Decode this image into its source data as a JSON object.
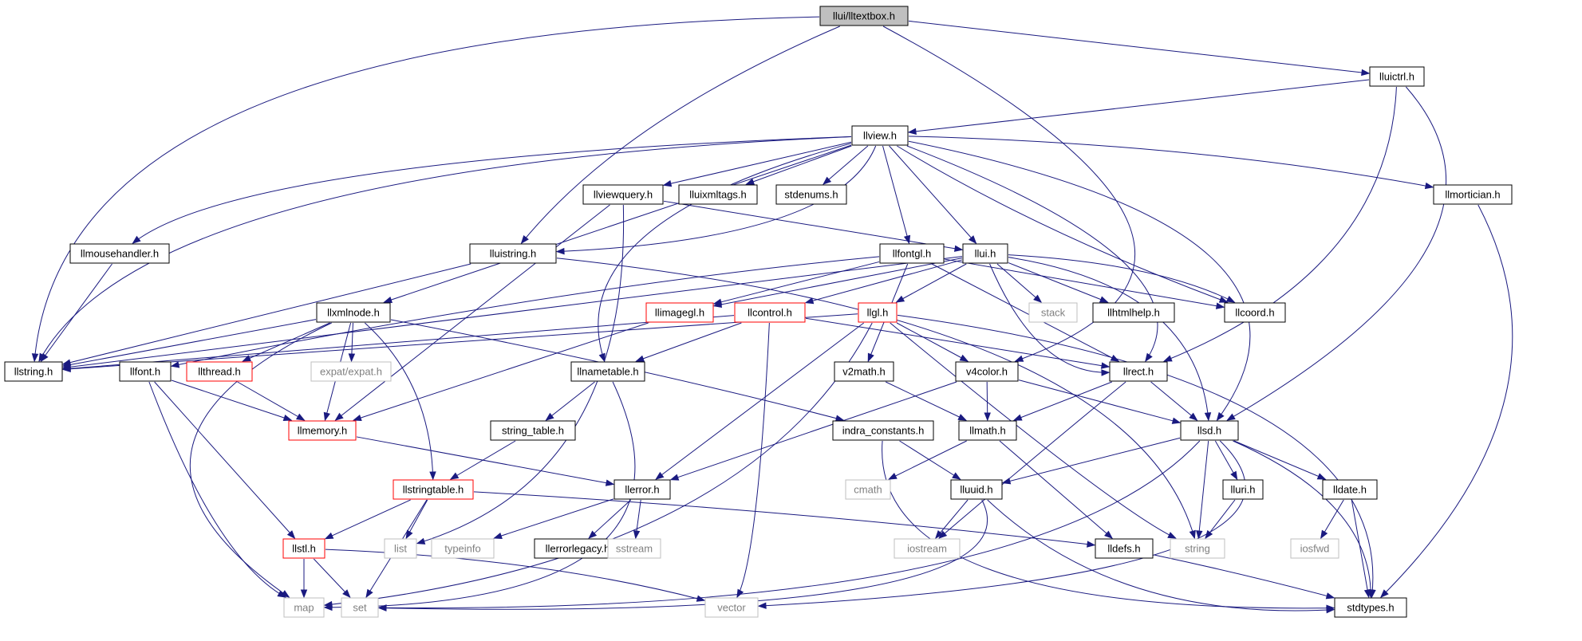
{
  "diagram": {
    "nodes": [
      {
        "id": "lltextbox",
        "label": "llui/lltextbox.h",
        "style": "root"
      },
      {
        "id": "lluictrl",
        "label": "lluictrl.h",
        "style": "normal"
      },
      {
        "id": "llview",
        "label": "llview.h",
        "style": "normal"
      },
      {
        "id": "llviewquery",
        "label": "llviewquery.h",
        "style": "normal"
      },
      {
        "id": "lluixmltags",
        "label": "lluixmltags.h",
        "style": "normal"
      },
      {
        "id": "stdenums",
        "label": "stdenums.h",
        "style": "normal"
      },
      {
        "id": "llmortician",
        "label": "llmortician.h",
        "style": "normal"
      },
      {
        "id": "llmousehandler",
        "label": "llmousehandler.h",
        "style": "normal"
      },
      {
        "id": "lluistring",
        "label": "lluistring.h",
        "style": "normal"
      },
      {
        "id": "llfontgl",
        "label": "llfontgl.h",
        "style": "normal"
      },
      {
        "id": "llui",
        "label": "llui.h",
        "style": "normal"
      },
      {
        "id": "llimagegl",
        "label": "llimagegl.h",
        "style": "red"
      },
      {
        "id": "llcontrol",
        "label": "llcontrol.h",
        "style": "red"
      },
      {
        "id": "llgl",
        "label": "llgl.h",
        "style": "red"
      },
      {
        "id": "stack",
        "label": "stack",
        "style": "light"
      },
      {
        "id": "llhtmlhelp",
        "label": "llhtmlhelp.h",
        "style": "normal"
      },
      {
        "id": "llcoord",
        "label": "llcoord.h",
        "style": "normal"
      },
      {
        "id": "llxmlnode",
        "label": "llxmlnode.h",
        "style": "normal"
      },
      {
        "id": "llstring",
        "label": "llstring.h",
        "style": "normal"
      },
      {
        "id": "llfont",
        "label": "llfont.h",
        "style": "normal"
      },
      {
        "id": "llthread",
        "label": "llthread.h",
        "style": "red"
      },
      {
        "id": "expat",
        "label": "expat/expat.h",
        "style": "light"
      },
      {
        "id": "llnametable",
        "label": "llnametable.h",
        "style": "normal"
      },
      {
        "id": "v2math",
        "label": "v2math.h",
        "style": "normal"
      },
      {
        "id": "v4color",
        "label": "v4color.h",
        "style": "normal"
      },
      {
        "id": "llrect",
        "label": "llrect.h",
        "style": "normal"
      },
      {
        "id": "llmemory",
        "label": "llmemory.h",
        "style": "red"
      },
      {
        "id": "string_table",
        "label": "string_table.h",
        "style": "normal"
      },
      {
        "id": "indra_constants",
        "label": "indra_constants.h",
        "style": "normal"
      },
      {
        "id": "llmath",
        "label": "llmath.h",
        "style": "normal"
      },
      {
        "id": "llsd",
        "label": "llsd.h",
        "style": "normal"
      },
      {
        "id": "llstringtable",
        "label": "llstringtable.h",
        "style": "red"
      },
      {
        "id": "llerror",
        "label": "llerror.h",
        "style": "normal"
      },
      {
        "id": "cmath",
        "label": "cmath",
        "style": "light"
      },
      {
        "id": "lluuid",
        "label": "lluuid.h",
        "style": "normal"
      },
      {
        "id": "lluri",
        "label": "lluri.h",
        "style": "normal"
      },
      {
        "id": "lldate",
        "label": "lldate.h",
        "style": "normal"
      },
      {
        "id": "llstl",
        "label": "llstl.h",
        "style": "red"
      },
      {
        "id": "list",
        "label": "list",
        "style": "light"
      },
      {
        "id": "typeinfo",
        "label": "typeinfo",
        "style": "light"
      },
      {
        "id": "llerrorlegacy",
        "label": "llerrorlegacy.h",
        "style": "normal"
      },
      {
        "id": "sstream",
        "label": "sstream",
        "style": "light"
      },
      {
        "id": "iostream",
        "label": "iostream",
        "style": "light"
      },
      {
        "id": "lldefs",
        "label": "lldefs.h",
        "style": "normal"
      },
      {
        "id": "string",
        "label": "string",
        "style": "light"
      },
      {
        "id": "iosfwd",
        "label": "iosfwd",
        "style": "light"
      },
      {
        "id": "map",
        "label": "map",
        "style": "light"
      },
      {
        "id": "set",
        "label": "set",
        "style": "light"
      },
      {
        "id": "vector",
        "label": "vector",
        "style": "light"
      },
      {
        "id": "stdtypes",
        "label": "stdtypes.h",
        "style": "normal"
      }
    ],
    "edges": [
      [
        "lltextbox",
        "llstring"
      ],
      [
        "lltextbox",
        "lluistring"
      ],
      [
        "lltextbox",
        "lluictrl"
      ],
      [
        "lltextbox",
        "v4color"
      ],
      [
        "lluictrl",
        "llview"
      ],
      [
        "lluictrl",
        "llrect"
      ],
      [
        "lluictrl",
        "llsd"
      ],
      [
        "llview",
        "llmousehandler"
      ],
      [
        "llview",
        "llstring"
      ],
      [
        "llview",
        "llviewquery"
      ],
      [
        "llview",
        "lluixmltags"
      ],
      [
        "llview",
        "stdenums"
      ],
      [
        "llview",
        "llmortician"
      ],
      [
        "llview",
        "lluistring"
      ],
      [
        "llview",
        "llfontgl"
      ],
      [
        "llview",
        "llui"
      ],
      [
        "llview",
        "llxmlnode"
      ],
      [
        "llview",
        "llnametable"
      ],
      [
        "llview",
        "llcoord"
      ],
      [
        "llview",
        "llrect"
      ],
      [
        "llview",
        "llsd"
      ],
      [
        "llviewquery",
        "llui"
      ],
      [
        "llviewquery",
        "llmemory"
      ],
      [
        "llviewquery",
        "list"
      ],
      [
        "llmortician",
        "stdtypes"
      ],
      [
        "llmousehandler",
        "llstring"
      ],
      [
        "lluistring",
        "llstring"
      ],
      [
        "lluistring",
        "string"
      ],
      [
        "llfontgl",
        "llfont"
      ],
      [
        "llfontgl",
        "llimagegl"
      ],
      [
        "llfontgl",
        "llrect"
      ],
      [
        "llfontgl",
        "v2math"
      ],
      [
        "llfontgl",
        "llcoord"
      ],
      [
        "llui",
        "llstring"
      ],
      [
        "llui",
        "llimagegl"
      ],
      [
        "llui",
        "llcontrol"
      ],
      [
        "llui",
        "llgl"
      ],
      [
        "llui",
        "stack"
      ],
      [
        "llui",
        "llhtmlhelp"
      ],
      [
        "llui",
        "llcoord"
      ],
      [
        "llui",
        "llrect"
      ],
      [
        "llui",
        "llsd"
      ],
      [
        "llimagegl",
        "llmemory"
      ],
      [
        "llcontrol",
        "llstring"
      ],
      [
        "llcontrol",
        "llnametable"
      ],
      [
        "llcontrol",
        "llrect"
      ],
      [
        "llcontrol",
        "vector"
      ],
      [
        "llgl",
        "llstring"
      ],
      [
        "llgl",
        "v4color"
      ],
      [
        "llgl",
        "llerror"
      ],
      [
        "llgl",
        "map"
      ],
      [
        "llgl",
        "string"
      ],
      [
        "llgl",
        "stdtypes"
      ],
      [
        "llxmlnode",
        "llstring"
      ],
      [
        "llxmlnode",
        "llthread"
      ],
      [
        "llxmlnode",
        "expat"
      ],
      [
        "llxmlnode",
        "llmemory"
      ],
      [
        "llxmlnode",
        "llstringtable"
      ],
      [
        "llxmlnode",
        "indra_constants"
      ],
      [
        "llxmlnode",
        "map"
      ],
      [
        "llfont",
        "llmemory"
      ],
      [
        "llfont",
        "llstl"
      ],
      [
        "llfont",
        "map"
      ],
      [
        "llthread",
        "llmemory"
      ],
      [
        "llnametable",
        "string_table"
      ],
      [
        "llnametable",
        "map"
      ],
      [
        "v2math",
        "llmath"
      ],
      [
        "v4color",
        "llmath"
      ],
      [
        "v4color",
        "llerror"
      ],
      [
        "v4color",
        "llsd"
      ],
      [
        "llrect",
        "llmath"
      ],
      [
        "llrect",
        "llsd"
      ],
      [
        "llrect",
        "iostream"
      ],
      [
        "llmemory",
        "llerror"
      ],
      [
        "string_table",
        "llstringtable"
      ],
      [
        "indra_constants",
        "lluuid"
      ],
      [
        "indra_constants",
        "stdtypes"
      ],
      [
        "llmath",
        "cmath"
      ],
      [
        "llmath",
        "lldefs"
      ],
      [
        "llsd",
        "lluuid"
      ],
      [
        "llsd",
        "lluri"
      ],
      [
        "llsd",
        "lldate"
      ],
      [
        "llsd",
        "string"
      ],
      [
        "llsd",
        "set"
      ],
      [
        "llsd",
        "vector"
      ],
      [
        "llsd",
        "stdtypes"
      ],
      [
        "llstringtable",
        "llstl"
      ],
      [
        "llstringtable",
        "list"
      ],
      [
        "llstringtable",
        "set"
      ],
      [
        "llstringtable",
        "lldefs"
      ],
      [
        "llerror",
        "typeinfo"
      ],
      [
        "llerror",
        "llerrorlegacy"
      ],
      [
        "llerror",
        "sstream"
      ],
      [
        "lluuid",
        "iostream"
      ],
      [
        "lluuid",
        "set"
      ],
      [
        "lluuid",
        "stdtypes"
      ],
      [
        "lluri",
        "string"
      ],
      [
        "lldate",
        "iosfwd"
      ],
      [
        "lldate",
        "stdtypes"
      ],
      [
        "llstl",
        "map"
      ],
      [
        "llstl",
        "set"
      ],
      [
        "llstl",
        "vector"
      ],
      [
        "lldefs",
        "stdtypes"
      ]
    ]
  }
}
